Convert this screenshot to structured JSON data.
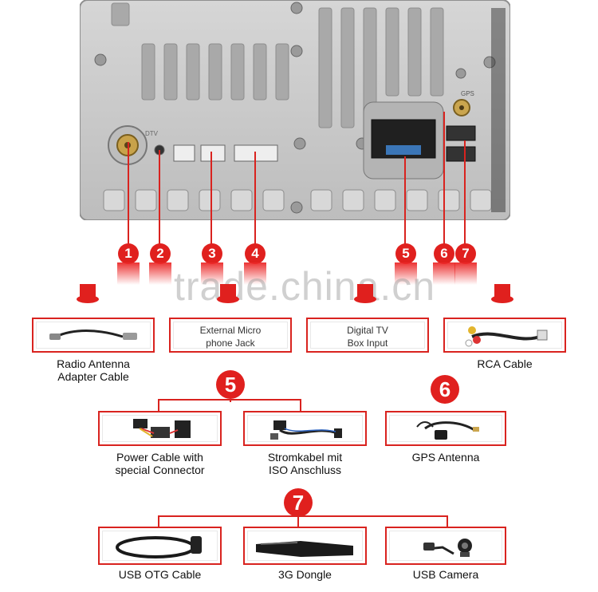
{
  "markers": [
    "1",
    "2",
    "3",
    "4",
    "5",
    "6",
    "7"
  ],
  "watermark": "trade.china.cn",
  "port_labels": {
    "dtv": "DTV",
    "gps": "GPS"
  },
  "row1": [
    {
      "caption": "Radio Antenna\nAdapter Cable",
      "box_text": ""
    },
    {
      "caption": "",
      "box_text": "External Micro\nphone Jack"
    },
    {
      "caption": "",
      "box_text": "Digital TV\nBox Input"
    },
    {
      "caption": "RCA Cable",
      "box_text": ""
    }
  ],
  "group5": {
    "number": "5",
    "items": [
      "Power Cable with\nspecial Connector",
      "Stromkabel mit\nISO Anschluss"
    ]
  },
  "group6": {
    "number": "6",
    "items": [
      "GPS Antenna"
    ]
  },
  "group7": {
    "number": "7",
    "items": [
      "USB OTG Cable",
      "3G Dongle",
      "USB Camera"
    ]
  },
  "colors": {
    "accent": "#d9231f",
    "panel": "#c9c9c9",
    "panel_dark": "#9c9c9c"
  }
}
